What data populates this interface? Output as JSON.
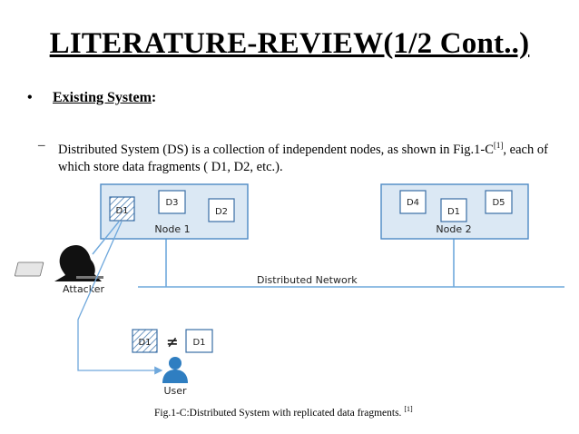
{
  "slide": {
    "title": "LITERATURE-REVIEW(1/2 Cont..)",
    "bullet_symbol": "•",
    "bullet_heading": "Existing System",
    "bullet_colon": ":",
    "sub_dash": "–",
    "sub_text_before_ref": "Distributed System (DS) is a collection of independent nodes, as shown in Fig.1-C",
    "sub_ref": "[1]",
    "sub_text_after_ref": ", each of which store data fragments ( D1, D2, etc.).",
    "caption_text": "Fig.1-C:Distributed System with replicated data fragments. ",
    "caption_ref": "[1]"
  },
  "diagram": {
    "node1": {
      "label": "Node 1",
      "fragments": [
        "D1",
        "D3",
        "D2"
      ]
    },
    "node2": {
      "label": "Node 2",
      "fragments": [
        "D4",
        "D1",
        "D5"
      ]
    },
    "network_label": "Distributed Network",
    "attacker_label": "Attacker",
    "user_label": "User",
    "compare_left": "D1",
    "compare_symbol": "≠",
    "compare_right": "D1",
    "colors": {
      "node_fill": "#dbe8f4",
      "node_stroke": "#4d89c4",
      "line": "#6fa8dc",
      "fragment_stroke": "#3a6ea5"
    }
  }
}
